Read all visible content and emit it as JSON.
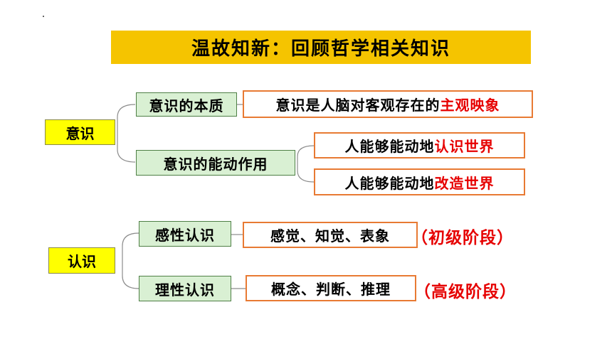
{
  "title": "温故知新：回顾哲学相关知识",
  "consciousness": {
    "root": "意识",
    "essence": {
      "label": "意识的本质",
      "desc_prefix": "意识是人脑对客观存在的",
      "desc_highlight": "主观映象"
    },
    "role": {
      "label": "意识的能动作用",
      "item1_prefix": "人能够能动地",
      "item1_highlight": "认识世界",
      "item2_prefix": "人能够能动地",
      "item2_highlight": "改造世界"
    }
  },
  "cognition": {
    "root": "认识",
    "perceptual": {
      "label": "感性认识",
      "desc": "感觉、知觉、表象",
      "stage": "（初级阶段）"
    },
    "rational": {
      "label": "理性认识",
      "desc": "概念、判断、推理",
      "stage": "（高级阶段）"
    }
  },
  "colors": {
    "title_bg": "#f5c400",
    "root_bg": "#ffff00",
    "branch_bg": "#d9f0d3",
    "leaf_border": "#e87a33",
    "highlight": "#e60000"
  }
}
